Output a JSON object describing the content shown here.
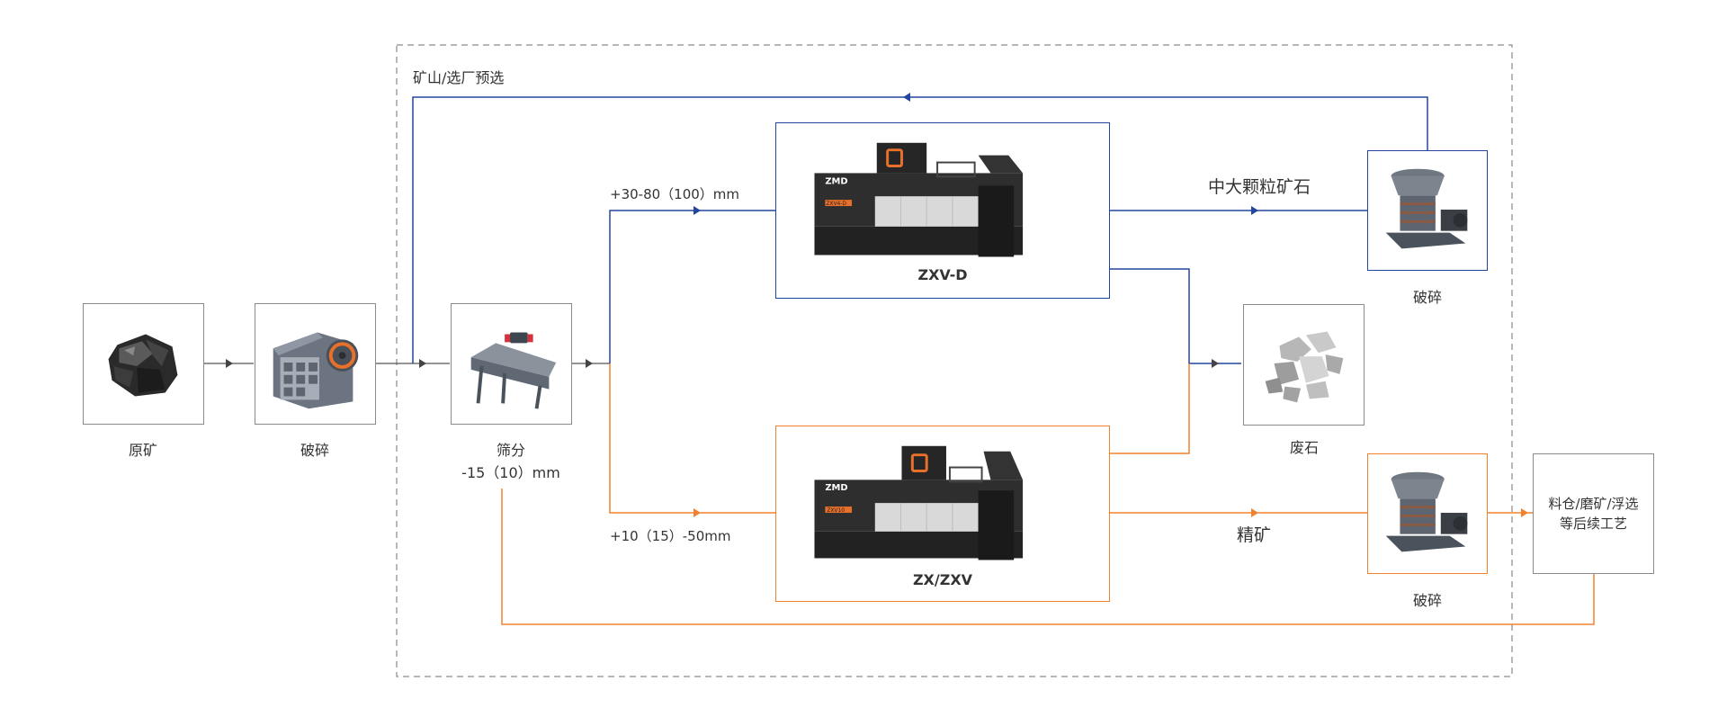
{
  "region": {
    "label": "矿山/选厂预选"
  },
  "nodes": {
    "ore": {
      "label": "原矿",
      "icon": "raw-ore-icon"
    },
    "crush1": {
      "label": "破碎",
      "icon": "jaw-crusher-icon"
    },
    "screen": {
      "label": "筛分",
      "sublabel": "-15（10）mm",
      "icon": "vibrating-screen-icon"
    },
    "zxvd": {
      "label": "ZXV-D",
      "badge": "ZXV4-D",
      "brand": "ZMD",
      "icon": "ore-sorter-icon"
    },
    "zxzxv": {
      "label": "ZX/ZXV",
      "badge": "ZXV10",
      "brand": "ZMD",
      "icon": "ore-sorter-icon"
    },
    "crush_top": {
      "label": "破碎",
      "icon": "cone-crusher-icon"
    },
    "waste": {
      "label": "废石",
      "icon": "waste-rock-icon"
    },
    "crush_bottom": {
      "label": "破碎",
      "icon": "cone-crusher-icon"
    },
    "downstream": {
      "line1": "料仓/磨矿/浮选",
      "line2": "等后续工艺"
    }
  },
  "flows": {
    "coarse": "+30-80（100）mm",
    "medium": "+10（15）-50mm",
    "large_particle": "中大颗粒矿石",
    "concentrate": "精矿"
  },
  "colors": {
    "blue": "#2346a0",
    "orange": "#f0822d",
    "gray": "#555555",
    "dash": "#8a8a8a"
  }
}
